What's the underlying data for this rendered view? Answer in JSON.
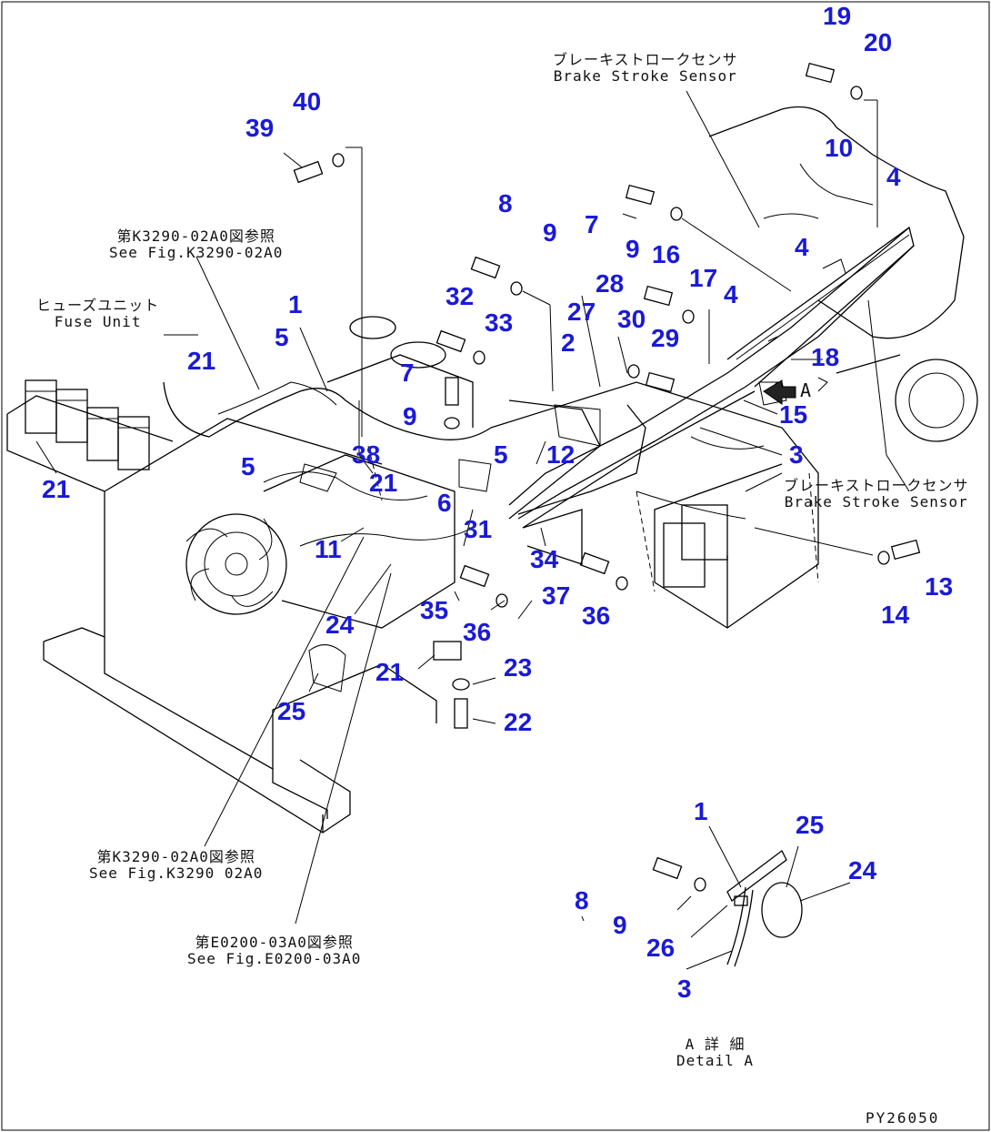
{
  "diagram": {
    "callouts": [
      {
        "id": "c19",
        "text": "19"
      },
      {
        "id": "c20",
        "text": "20"
      },
      {
        "id": "c40",
        "text": "40"
      },
      {
        "id": "c39",
        "text": "39"
      },
      {
        "id": "c10",
        "text": "10"
      },
      {
        "id": "c4a",
        "text": "4"
      },
      {
        "id": "c8a",
        "text": "8"
      },
      {
        "id": "c7a",
        "text": "7"
      },
      {
        "id": "c9a",
        "text": "9"
      },
      {
        "id": "c9b",
        "text": "9"
      },
      {
        "id": "c16",
        "text": "16"
      },
      {
        "id": "c4b",
        "text": "4"
      },
      {
        "id": "c28",
        "text": "28"
      },
      {
        "id": "c17",
        "text": "17"
      },
      {
        "id": "c4c",
        "text": "4"
      },
      {
        "id": "c32",
        "text": "32"
      },
      {
        "id": "c33",
        "text": "33"
      },
      {
        "id": "c27",
        "text": "27"
      },
      {
        "id": "c30",
        "text": "30"
      },
      {
        "id": "c1a",
        "text": "1"
      },
      {
        "id": "c5a",
        "text": "5"
      },
      {
        "id": "c2",
        "text": "2"
      },
      {
        "id": "c29",
        "text": "29"
      },
      {
        "id": "c18",
        "text": "18"
      },
      {
        "id": "c21a",
        "text": "21"
      },
      {
        "id": "c7b",
        "text": "7"
      },
      {
        "id": "c9c",
        "text": "9"
      },
      {
        "id": "c15",
        "text": "15"
      },
      {
        "id": "c3a",
        "text": "3"
      },
      {
        "id": "c5b",
        "text": "5"
      },
      {
        "id": "c12",
        "text": "12"
      },
      {
        "id": "c38",
        "text": "38"
      },
      {
        "id": "c5c",
        "text": "5"
      },
      {
        "id": "c21b",
        "text": "21"
      },
      {
        "id": "c21c",
        "text": "21"
      },
      {
        "id": "c6",
        "text": "6"
      },
      {
        "id": "c31",
        "text": "31"
      },
      {
        "id": "c11",
        "text": "11"
      },
      {
        "id": "c34",
        "text": "34"
      },
      {
        "id": "c13",
        "text": "13"
      },
      {
        "id": "c37",
        "text": "37"
      },
      {
        "id": "c35",
        "text": "35"
      },
      {
        "id": "c36a",
        "text": "36"
      },
      {
        "id": "c14",
        "text": "14"
      },
      {
        "id": "c24a",
        "text": "24"
      },
      {
        "id": "c36b",
        "text": "36"
      },
      {
        "id": "c21d",
        "text": "21"
      },
      {
        "id": "c23",
        "text": "23"
      },
      {
        "id": "c25a",
        "text": "25"
      },
      {
        "id": "c22",
        "text": "22"
      },
      {
        "id": "c1b",
        "text": "1"
      },
      {
        "id": "c25b",
        "text": "25"
      },
      {
        "id": "c24b",
        "text": "24"
      },
      {
        "id": "c8b",
        "text": "8"
      },
      {
        "id": "c9d",
        "text": "9"
      },
      {
        "id": "c26",
        "text": "26"
      },
      {
        "id": "c3b",
        "text": "3"
      }
    ],
    "notes": {
      "brake_top": {
        "jp": "ブレーキストロークセンサ",
        "en": "Brake Stroke Sensor"
      },
      "brake_right": {
        "jp": "ブレーキストロークセンサ",
        "en": "Brake Stroke Sensor"
      },
      "fuse": {
        "jp": "ヒューズユニット",
        "en": "Fuse Unit"
      },
      "see_k3290_top": {
        "jp": "第K3290-02A0図参照",
        "en": "See Fig.K3290-02A0"
      },
      "see_k3290_bottom": {
        "jp": "第K3290-02A0図参照",
        "en": "See Fig.K3290 02A0"
      },
      "see_e0200": {
        "jp": "第E0200-03A0図参照",
        "en": "See Fig.E0200-03A0"
      },
      "detail_a": {
        "jp": "A 詳 細",
        "en": "Detail A"
      },
      "marker_a": "A"
    },
    "drawing_code": "PY26050",
    "colors": {
      "callout": "#1a1ad6",
      "line": "#000000"
    }
  }
}
